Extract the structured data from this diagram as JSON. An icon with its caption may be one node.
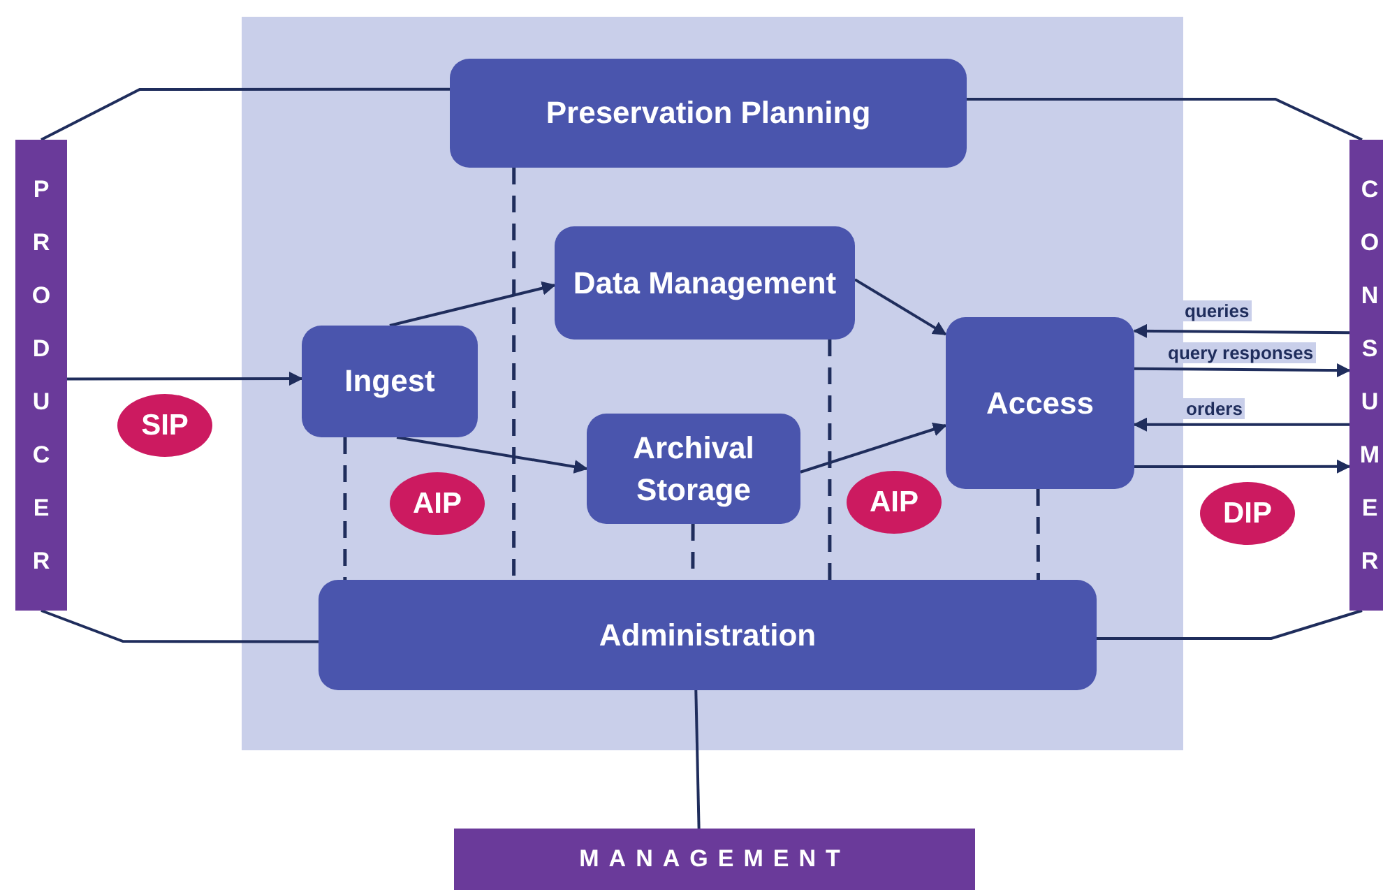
{
  "diagram": {
    "nodes": [
      {
        "text": [
          "PRODUCER"
        ]
      },
      {
        "text": [
          "CONSUMER"
        ]
      },
      {
        "text": [
          "MANAGEMENT"
        ]
      },
      {
        "text": [
          "Preservation Planning"
        ]
      },
      {
        "text": [
          "Data Management"
        ]
      },
      {
        "text": [
          "Ingest"
        ]
      },
      {
        "text": [
          "Archival Storage"
        ]
      },
      {
        "text": [
          "Access"
        ]
      },
      {
        "text": [
          "Administration"
        ]
      },
      {
        "text": [
          "SIP"
        ]
      },
      {
        "text": [
          "AIP"
        ]
      },
      {
        "text": [
          "AIP"
        ]
      },
      {
        "text": [
          "DIP"
        ]
      }
    ],
    "edges": [
      {
        "from": 0,
        "to": 3,
        "arrow": "none"
      },
      {
        "from": 0,
        "to": 8,
        "arrow": "none"
      },
      {
        "from": 0,
        "to": 5,
        "arrow": "to"
      },
      {
        "from": 1,
        "to": 3,
        "arrow": "none"
      },
      {
        "from": 1,
        "to": 8,
        "arrow": "none"
      },
      {
        "from": 5,
        "to": 4,
        "arrow": "to"
      },
      {
        "from": 5,
        "to": 6,
        "arrow": "to"
      },
      {
        "from": 4,
        "to": 7,
        "arrow": "to"
      },
      {
        "from": 6,
        "to": 7,
        "arrow": "to"
      },
      {
        "from": 1,
        "to": 7,
        "arrow": "to",
        "label": "queries"
      },
      {
        "from": 7,
        "to": 1,
        "arrow": "to",
        "label": "query responses"
      },
      {
        "from": 1,
        "to": 7,
        "arrow": "to",
        "label": "orders"
      },
      {
        "from": 7,
        "to": 1,
        "arrow": "to"
      },
      {
        "from": 3,
        "to": 8,
        "arrow": "none",
        "style": "dashed"
      },
      {
        "from": 5,
        "to": 8,
        "arrow": "none",
        "style": "dashed"
      },
      {
        "from": 6,
        "to": 8,
        "arrow": "none",
        "style": "dashed"
      },
      {
        "from": 4,
        "to": 8,
        "arrow": "none",
        "style": "dashed"
      },
      {
        "from": 7,
        "to": 8,
        "arrow": "none",
        "style": "dashed"
      },
      {
        "from": 8,
        "to": 2,
        "arrow": "none"
      }
    ]
  }
}
